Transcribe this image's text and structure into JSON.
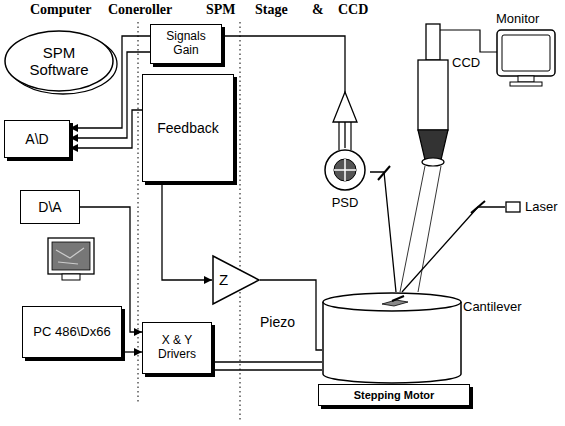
{
  "diagram": {
    "nodes": [
      {
        "text": [
          "SPM Software"
        ]
      },
      {
        "text": [
          "Signals Gain"
        ]
      },
      {
        "text": [
          "A\\D"
        ]
      },
      {
        "text": [
          "Feedback"
        ]
      },
      {
        "text": [
          "PSD"
        ]
      },
      {
        "text": [
          "D\\A"
        ]
      },
      {
        "text": [
          "Z"
        ]
      },
      {
        "text": [
          "Laser"
        ]
      },
      {
        "text": [
          "Piezo"
        ]
      },
      {
        "text": [
          "X & Y Drivers"
        ]
      },
      {
        "text": [
          "PC 486\\Dx66"
        ]
      },
      {
        "text": [
          "Stepping Motor"
        ]
      }
    ],
    "edges": [
      {
        "from": 1,
        "to": 2,
        "arrow": "to"
      },
      {
        "from": 1,
        "to": 2,
        "arrow": "to"
      },
      {
        "from": 3,
        "to": 2,
        "arrow": "to"
      },
      {
        "from": 5,
        "to": 9,
        "arrow": "to"
      },
      {
        "from": 10,
        "to": 9,
        "arrow": "to"
      },
      {
        "from": 3,
        "to": 6,
        "arrow": "to"
      },
      {
        "from": 6,
        "to": 8,
        "arrow": "none"
      },
      {
        "from": 9,
        "to": 8,
        "arrow": "none"
      },
      {
        "from": 9,
        "to": 8,
        "arrow": "none"
      },
      {
        "from": 1,
        "to": 4,
        "arrow": "none"
      },
      {
        "from": 7,
        "to": 8,
        "arrow": "none"
      },
      {
        "from": 8,
        "to": 4,
        "arrow": "none"
      }
    ],
    "labels": [
      "Computer",
      "Coneroller",
      "SPM",
      "Stage",
      "&",
      "CCD",
      "CCD",
      "Monitor",
      "Cantilever"
    ]
  }
}
